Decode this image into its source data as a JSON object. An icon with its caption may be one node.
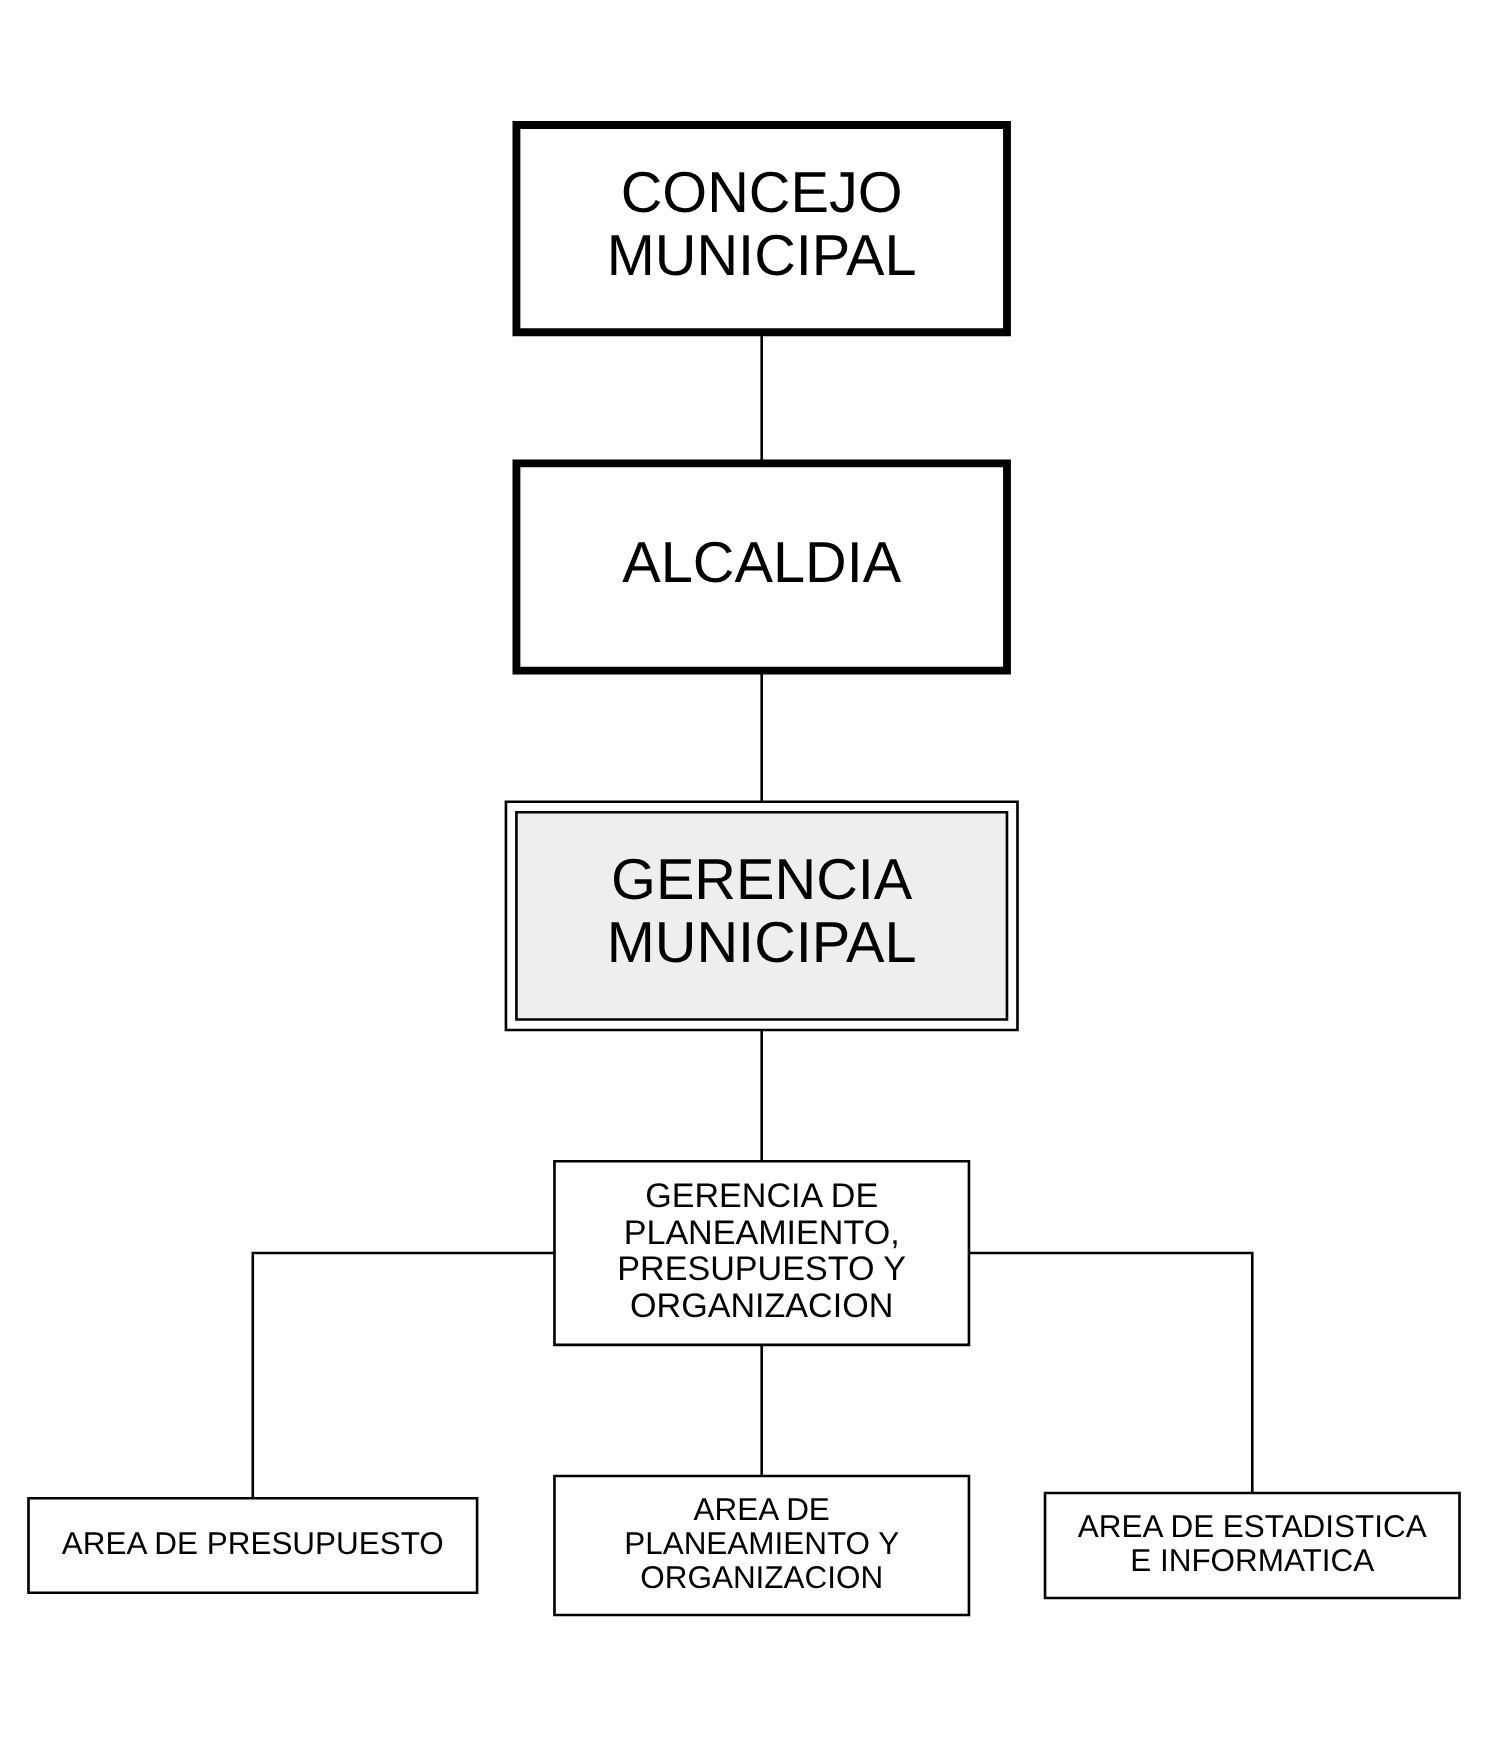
{
  "diagram": {
    "nodes": [
      {
        "text": [
          "CONCEJO MUNICIPAL"
        ]
      },
      {
        "text": [
          "ALCALDIA"
        ]
      },
      {
        "text": [
          "GERENCIA MUNICIPAL"
        ]
      },
      {
        "text": [
          "GERENCIA DE PLANEAMIENTO, PRESUPUESTO Y ORGANIZACION"
        ]
      },
      {
        "text": [
          "AREA DE PRESUPUESTO"
        ]
      },
      {
        "text": [
          "AREA DE PLANEAMIENTO Y ORGANIZACION"
        ]
      },
      {
        "text": [
          "AREA DE ESTADISTICA E INFORMATICA"
        ]
      }
    ],
    "edges": [
      {
        "from": 0,
        "to": 1,
        "arrow": "none"
      },
      {
        "from": 1,
        "to": 2,
        "arrow": "none"
      },
      {
        "from": 2,
        "to": 3,
        "arrow": "none"
      },
      {
        "from": 3,
        "to": 4,
        "arrow": "none"
      },
      {
        "from": 3,
        "to": 5,
        "arrow": "none"
      },
      {
        "from": 3,
        "to": 6,
        "arrow": "none"
      }
    ]
  }
}
